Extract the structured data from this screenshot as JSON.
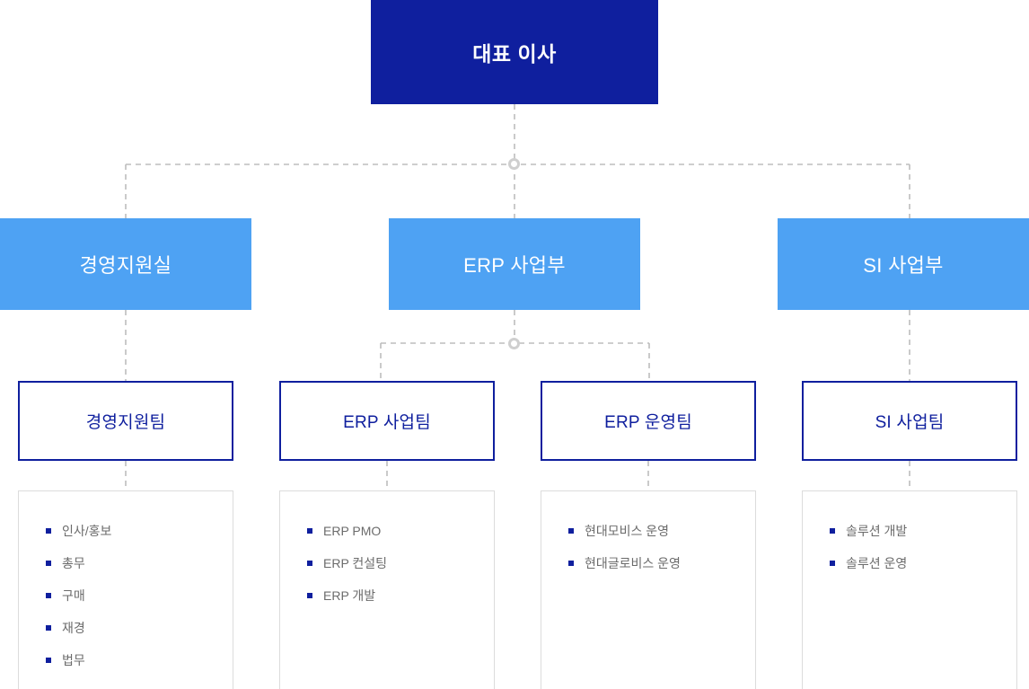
{
  "chart": {
    "type": "organization-chart",
    "title": "",
    "colors": {
      "level1_fill": "#0f1f9e",
      "level1_text": "#ffffff",
      "level2_fill": "#4ea2f3",
      "level2_text": "#ffffff",
      "level3_border": "#0f1f9e",
      "level3_text": "#0f1f9e",
      "level4_border": "#dcdcdc",
      "level4_text": "#6b6b6b",
      "bullet": "#0f1f9e",
      "connector": "#bdbdbd",
      "background": "#ffffff"
    },
    "connector_style": "dashed"
  },
  "level1": {
    "ceo": {
      "label": "대표 이사"
    }
  },
  "level2": {
    "divisions": [
      {
        "label": "경영지원실"
      },
      {
        "label": "ERP 사업부"
      },
      {
        "label": "SI 사업부"
      }
    ]
  },
  "level3": {
    "teams": [
      {
        "label": "경영지원팀"
      },
      {
        "label": "ERP 사업팀"
      },
      {
        "label": "ERP 운영팀"
      },
      {
        "label": "SI 사업팀"
      }
    ]
  },
  "level4": {
    "duties": [
      {
        "owner": "경영지원팀",
        "items": [
          "인사/홍보",
          "총무",
          "구매",
          "재경",
          "법무"
        ]
      },
      {
        "owner": "ERP 사업팀",
        "items": [
          "ERP PMO",
          "ERP 컨설팅",
          "ERP 개발"
        ]
      },
      {
        "owner": "ERP 운영팀",
        "items": [
          "현대모비스 운영",
          "현대글로비스 운영"
        ]
      },
      {
        "owner": "SI 사업팀",
        "items": [
          "솔루션 개발",
          "솔루션 운영"
        ]
      }
    ]
  }
}
